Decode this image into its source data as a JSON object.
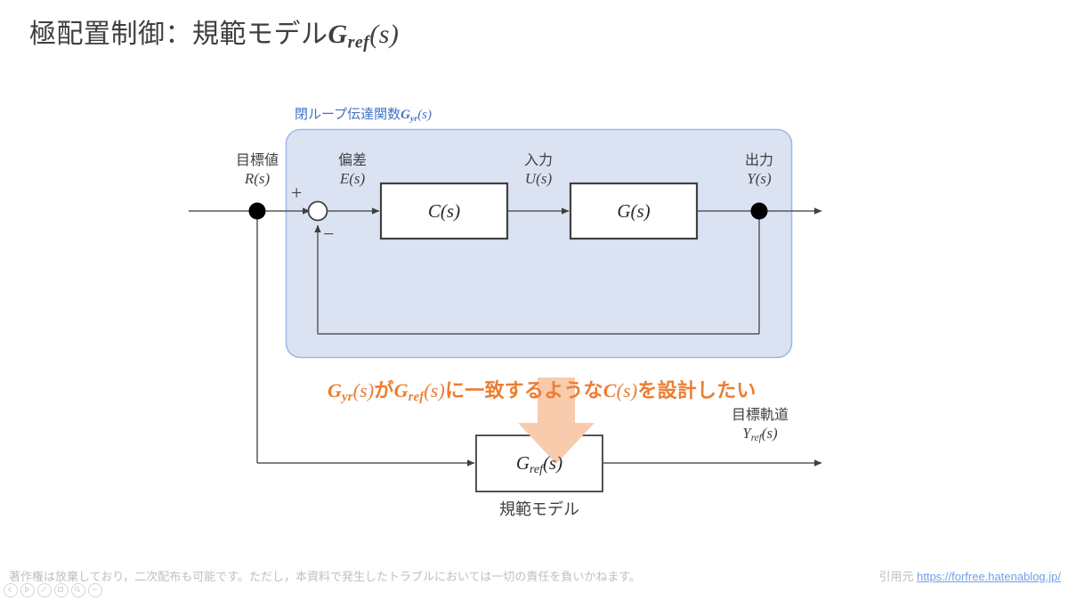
{
  "title": {
    "prefix": "極配置制御：規範モデル",
    "math_base": "G",
    "math_sub": "ref",
    "math_arg": "(s)"
  },
  "loop_region": {
    "label_prefix": "閉ループ伝達関数",
    "label_base": "G",
    "label_sub": "yr",
    "label_arg": "(s)",
    "fill_color": "#dbe3f3",
    "border_color": "#9dbbe8",
    "text_color": "#4472c4"
  },
  "signals": {
    "reference": {
      "jp": "目標値",
      "math": "R(s)"
    },
    "error": {
      "jp": "偏差",
      "math": "E(s)"
    },
    "input": {
      "jp": "入力",
      "math": "U(s)"
    },
    "output": {
      "jp": "出力",
      "math": "Y(s)"
    },
    "target_trajectory": {
      "jp": "目標軌道",
      "base": "Y",
      "sub": "ref",
      "arg": "(s)"
    }
  },
  "summing_junction": {
    "plus": "+",
    "minus": "−"
  },
  "blocks": {
    "controller": {
      "label": "C(s)"
    },
    "plant": {
      "label": "G(s)"
    },
    "reference_model": {
      "base": "G",
      "sub": "ref",
      "arg": "(s)",
      "caption": "規範モデル"
    }
  },
  "callout": {
    "text_parts": [
      {
        "t": "G",
        "k": "v"
      },
      {
        "t": "yr",
        "k": "s"
      },
      {
        "t": "(s)",
        "k": "p"
      },
      {
        "t": "が",
        "k": "j"
      },
      {
        "t": "G",
        "k": "v"
      },
      {
        "t": "ref",
        "k": "s"
      },
      {
        "t": "(s)",
        "k": "p"
      },
      {
        "t": "に一致するような",
        "k": "j"
      },
      {
        "t": "C",
        "k": "v"
      },
      {
        "t": "(s)",
        "k": "p"
      },
      {
        "t": "を設計したい",
        "k": "j"
      }
    ],
    "plain_text": "Gyr(s)がGref(s)に一致するようなC(s)を設計したい",
    "color": "#ed7d31",
    "arrow_color": "#f8cbad"
  },
  "footer": {
    "disclaimer": "著作権は放棄しており，二次配布も可能です。ただし，本資料で発生したトラブルにおいては一切の責任を負いかねます。",
    "cite_label": "引用元",
    "cite_url": "https://forfree.hatenablog.jp/",
    "icons": [
      "prev-icon",
      "play-icon",
      "pen-icon",
      "note-icon",
      "zoom-icon",
      "more-icon"
    ]
  },
  "colors": {
    "line": "#595959",
    "block_border": "#404040",
    "text": "#404040",
    "link": "#6f9fe8"
  }
}
